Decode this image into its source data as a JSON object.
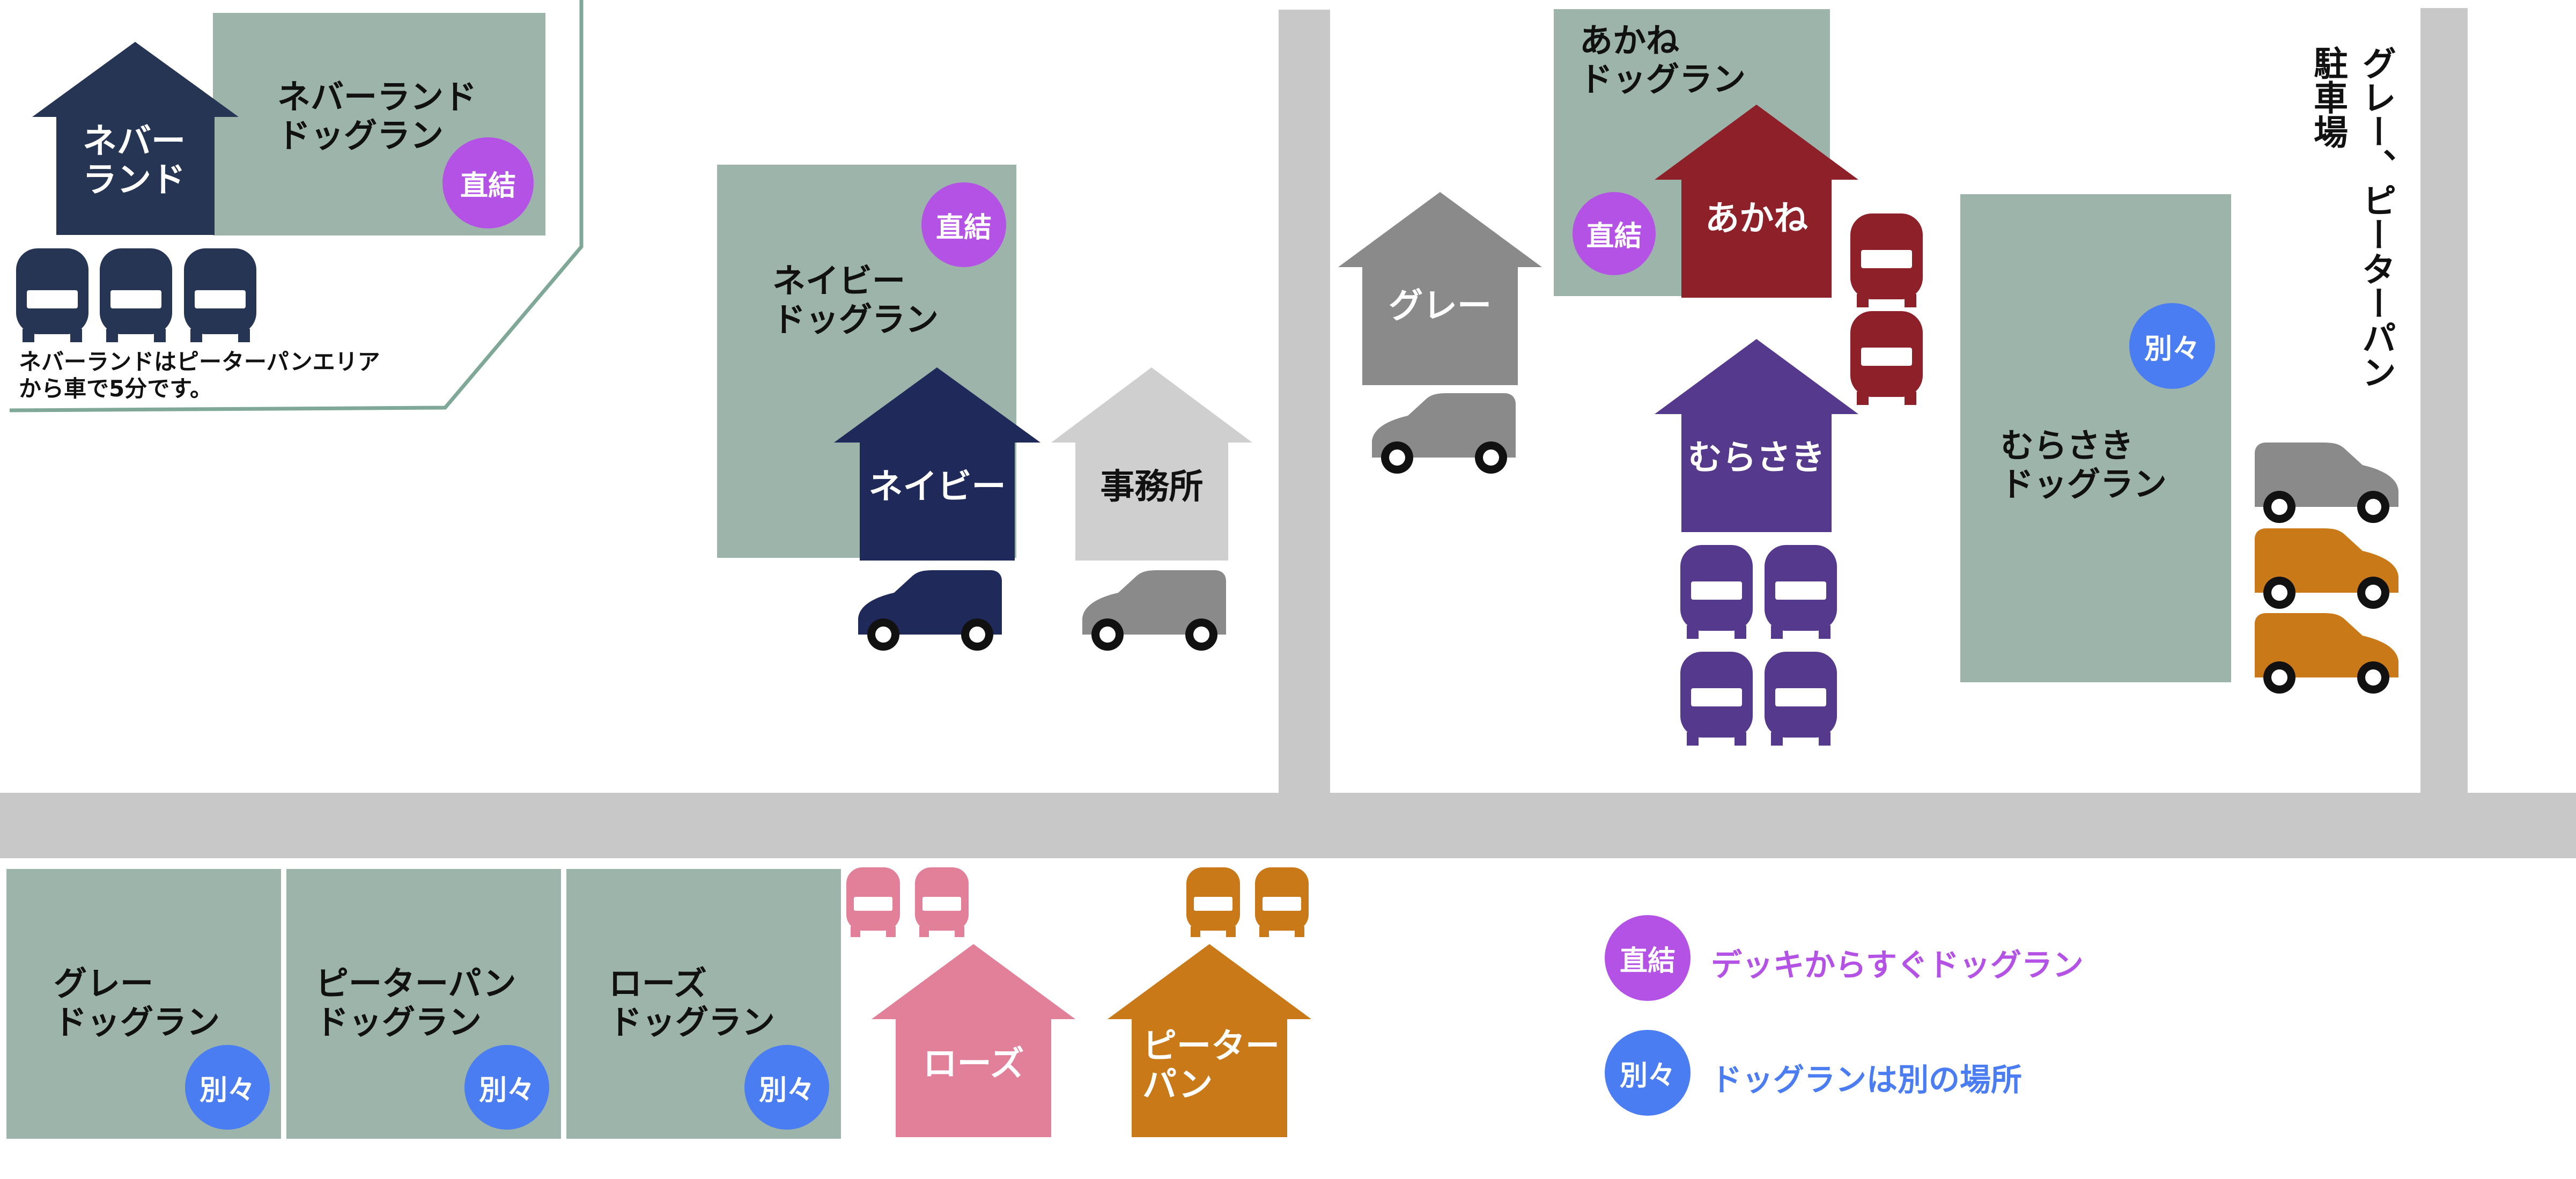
{
  "colors": {
    "road": "#c8c8c8",
    "dog_run": "#9db4aa",
    "badge_direct": "#b452e6",
    "badge_separate": "#4a7cf2",
    "navy": "#1f2a5a",
    "neverland": "#253553",
    "gray": "#8a8a8a",
    "office": "#cfcfcf",
    "akane": "#8e2029",
    "murasaki": "#55398c",
    "rose": "#e27f99",
    "peterpan": "#c97918",
    "outline": "#7fa898"
  },
  "badges": {
    "direct": "直結",
    "separate": "別々"
  },
  "dog_runs": {
    "neverland": "ネバーランド\nドッグラン",
    "navy": "ネイビー\nドッグラン",
    "akane": "あかね\nドッグラン",
    "murasaki": "むらさき\nドッグラン",
    "gray": "グレー\nドッグラン",
    "peterpan": "ピーターパン\nドッグラン",
    "rose": "ローズ\nドッグラン"
  },
  "houses": {
    "neverland": "ネバー\nランド",
    "navy": "ネイビー",
    "office": "事務所",
    "gray": "グレー",
    "akane": "あかね",
    "murasaki": "むらさき",
    "rose": "ローズ",
    "peterpan": "ピーター\nパン"
  },
  "notes": {
    "neverland": "ネバーランドはピーターパンエリア\nから車で5分です。"
  },
  "parking": {
    "label_line1": "グレー、ピーターパン",
    "label_line2": "駐車場"
  },
  "legend": {
    "direct": "デッキからすぐドッグラン",
    "separate": "ドッグランは別の場所"
  },
  "icons": {
    "house": "house-icon",
    "car": "car-icon",
    "bus": "bus-icon"
  }
}
